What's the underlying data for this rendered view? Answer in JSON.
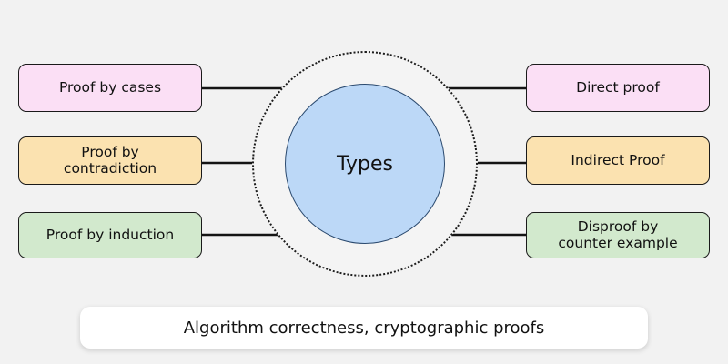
{
  "diagram": {
    "type": "mind-map",
    "background_color": "#f2f2f2",
    "center": {
      "label": "Types",
      "fill_color": "#bcd8f7",
      "ring_style": "dotted"
    },
    "left_nodes": [
      {
        "label": "Proof by cases",
        "color": "#fbdff5",
        "lines": [
          "Proof by cases"
        ]
      },
      {
        "label": "Proof by contradiction",
        "color": "#fbe2b0",
        "lines": [
          "Proof by",
          "contradiction"
        ]
      },
      {
        "label": "Proof by induction",
        "color": "#d2e9cd",
        "lines": [
          "Proof by induction"
        ]
      }
    ],
    "right_nodes": [
      {
        "label": "Direct proof",
        "color": "#fbdff5",
        "lines": [
          "Direct proof"
        ]
      },
      {
        "label": "Indirect Proof",
        "color": "#fbe2b0",
        "lines": [
          "Indirect Proof"
        ]
      },
      {
        "label": "Disproof by counter example",
        "color": "#d2e9cd",
        "lines": [
          "Disproof by",
          "counter example"
        ]
      }
    ],
    "caption": "Algorithm correctness, cryptographic proofs"
  }
}
